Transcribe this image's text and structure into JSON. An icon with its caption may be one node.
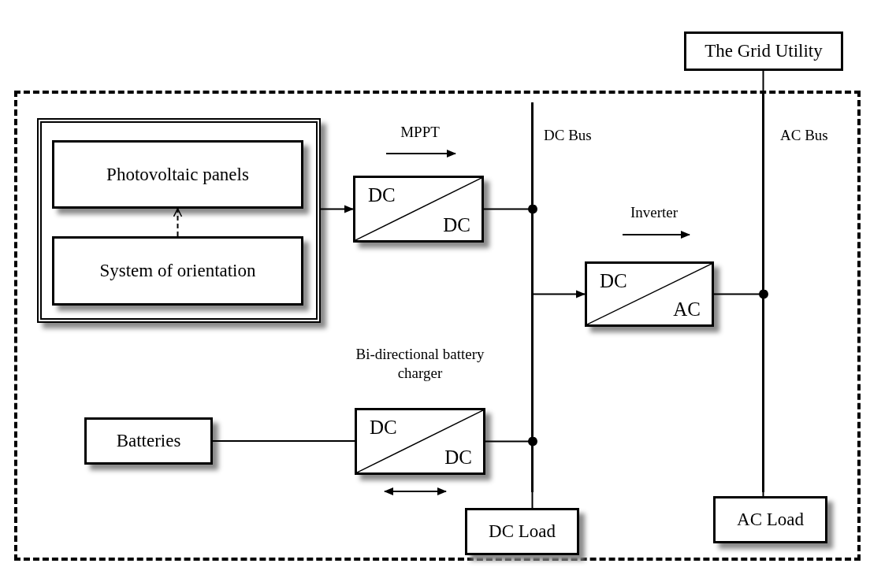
{
  "diagram": {
    "nodes": [
      {
        "text": [
          "The Grid Utility"
        ]
      },
      {
        "text": [],
        "shape": "box"
      },
      {
        "text": [],
        "shape": "box",
        "in": 1
      },
      {
        "text": [
          "Photovoltaic panels"
        ],
        "in": 2
      },
      {
        "text": [
          "System of orientation"
        ],
        "in": 2
      },
      {
        "text": [
          "DC",
          "DC"
        ],
        "in": 1,
        "beside": [
          "MPPT"
        ]
      },
      {
        "text": [],
        "shape": "bar",
        "in": 1,
        "beside": [
          "DC Bus"
        ]
      },
      {
        "text": [],
        "shape": "bar",
        "in": 1,
        "beside": [
          "AC Bus"
        ]
      },
      {
        "text": [
          "DC",
          "AC"
        ],
        "in": 1,
        "beside": [
          "Inverter"
        ]
      },
      {
        "text": [
          "Batteries"
        ],
        "in": 1
      },
      {
        "text": [
          "DC",
          "DC"
        ],
        "in": 1,
        "beside": [
          "Bi-directional battery charger"
        ]
      },
      {
        "text": [
          "DC Load"
        ],
        "in": 1
      },
      {
        "text": [
          "AC Load"
        ],
        "in": 1
      }
    ],
    "edges": [
      {
        "from": 4,
        "to": 3,
        "arrow": "to",
        "style": "dashed"
      },
      {
        "from": 2,
        "to": 5,
        "arrow": "to"
      },
      {
        "from": 5,
        "to": 6,
        "arrow": "other"
      },
      {
        "from": 6,
        "to": 8,
        "arrow": "to"
      },
      {
        "from": 8,
        "to": 7,
        "arrow": "other"
      },
      {
        "from": 9,
        "to": 10,
        "arrow": "none"
      },
      {
        "from": 10,
        "to": 6,
        "arrow": "other"
      },
      {
        "from": 6,
        "to": 11,
        "arrow": "none"
      },
      {
        "from": 0,
        "to": 7,
        "arrow": "none"
      },
      {
        "from": 7,
        "to": 12,
        "arrow": "none"
      }
    ]
  }
}
